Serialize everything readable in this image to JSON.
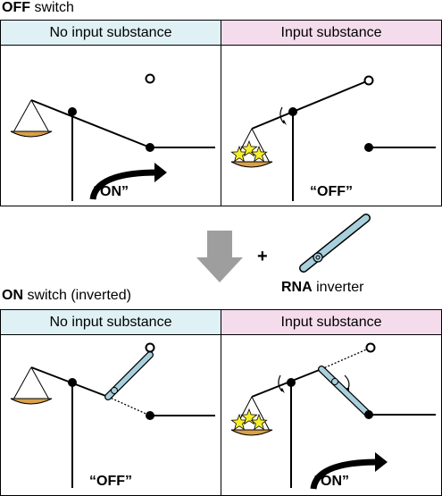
{
  "off_section": {
    "title_bold": "OFF",
    "title_rest": " switch"
  },
  "on_section": {
    "title_bold": "ON",
    "title_rest": " switch (inverted)"
  },
  "panels": {
    "off_no_input": {
      "header": "No input substance",
      "state": "“ON”"
    },
    "off_input": {
      "header": "Input substance",
      "state": "“OFF”"
    },
    "on_no_input": {
      "header": "No input substance",
      "state": "“OFF”"
    },
    "on_input": {
      "header": "Input substance",
      "state": "“ON”"
    }
  },
  "middle": {
    "plus": "+",
    "rna_bold": "RNA",
    "rna_rest": " inverter"
  },
  "colors": {
    "header_blue": "#dff1f4",
    "header_pink": "#f5dcec",
    "pan": "#d9a04a",
    "rod": "#a8d0dc",
    "star": "#f6ee2a",
    "arrow": "#9e9e9e"
  }
}
